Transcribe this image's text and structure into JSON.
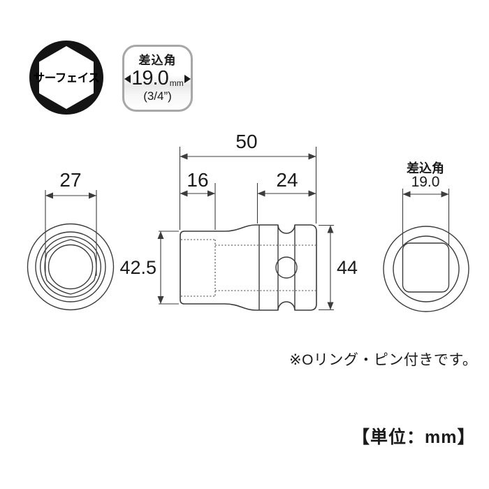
{
  "colors": {
    "line": "#3c3c3c",
    "text": "#1a1a1a",
    "badge_border": "#a7a7a7",
    "logo_bg": "#141414"
  },
  "logo": {
    "text": "サーフェイス"
  },
  "drive_badge": {
    "title": "差込角",
    "value": "19.0",
    "unit": "mm",
    "inch": "(3/4”)"
  },
  "views": {
    "front": {
      "hex_width_dim": "27"
    },
    "side": {
      "overall_length_dim": "50",
      "socket_depth_dim": "16",
      "drive_section_dim": "24",
      "front_diameter_dim": "42.5",
      "body_diameter_dim": "44"
    },
    "back": {
      "drive_label": "差込角",
      "drive_size_dim": "19.0"
    }
  },
  "notes": {
    "oring_note": "※Oリング・ピン付きです。",
    "unit_label": "【単位：mm】"
  }
}
